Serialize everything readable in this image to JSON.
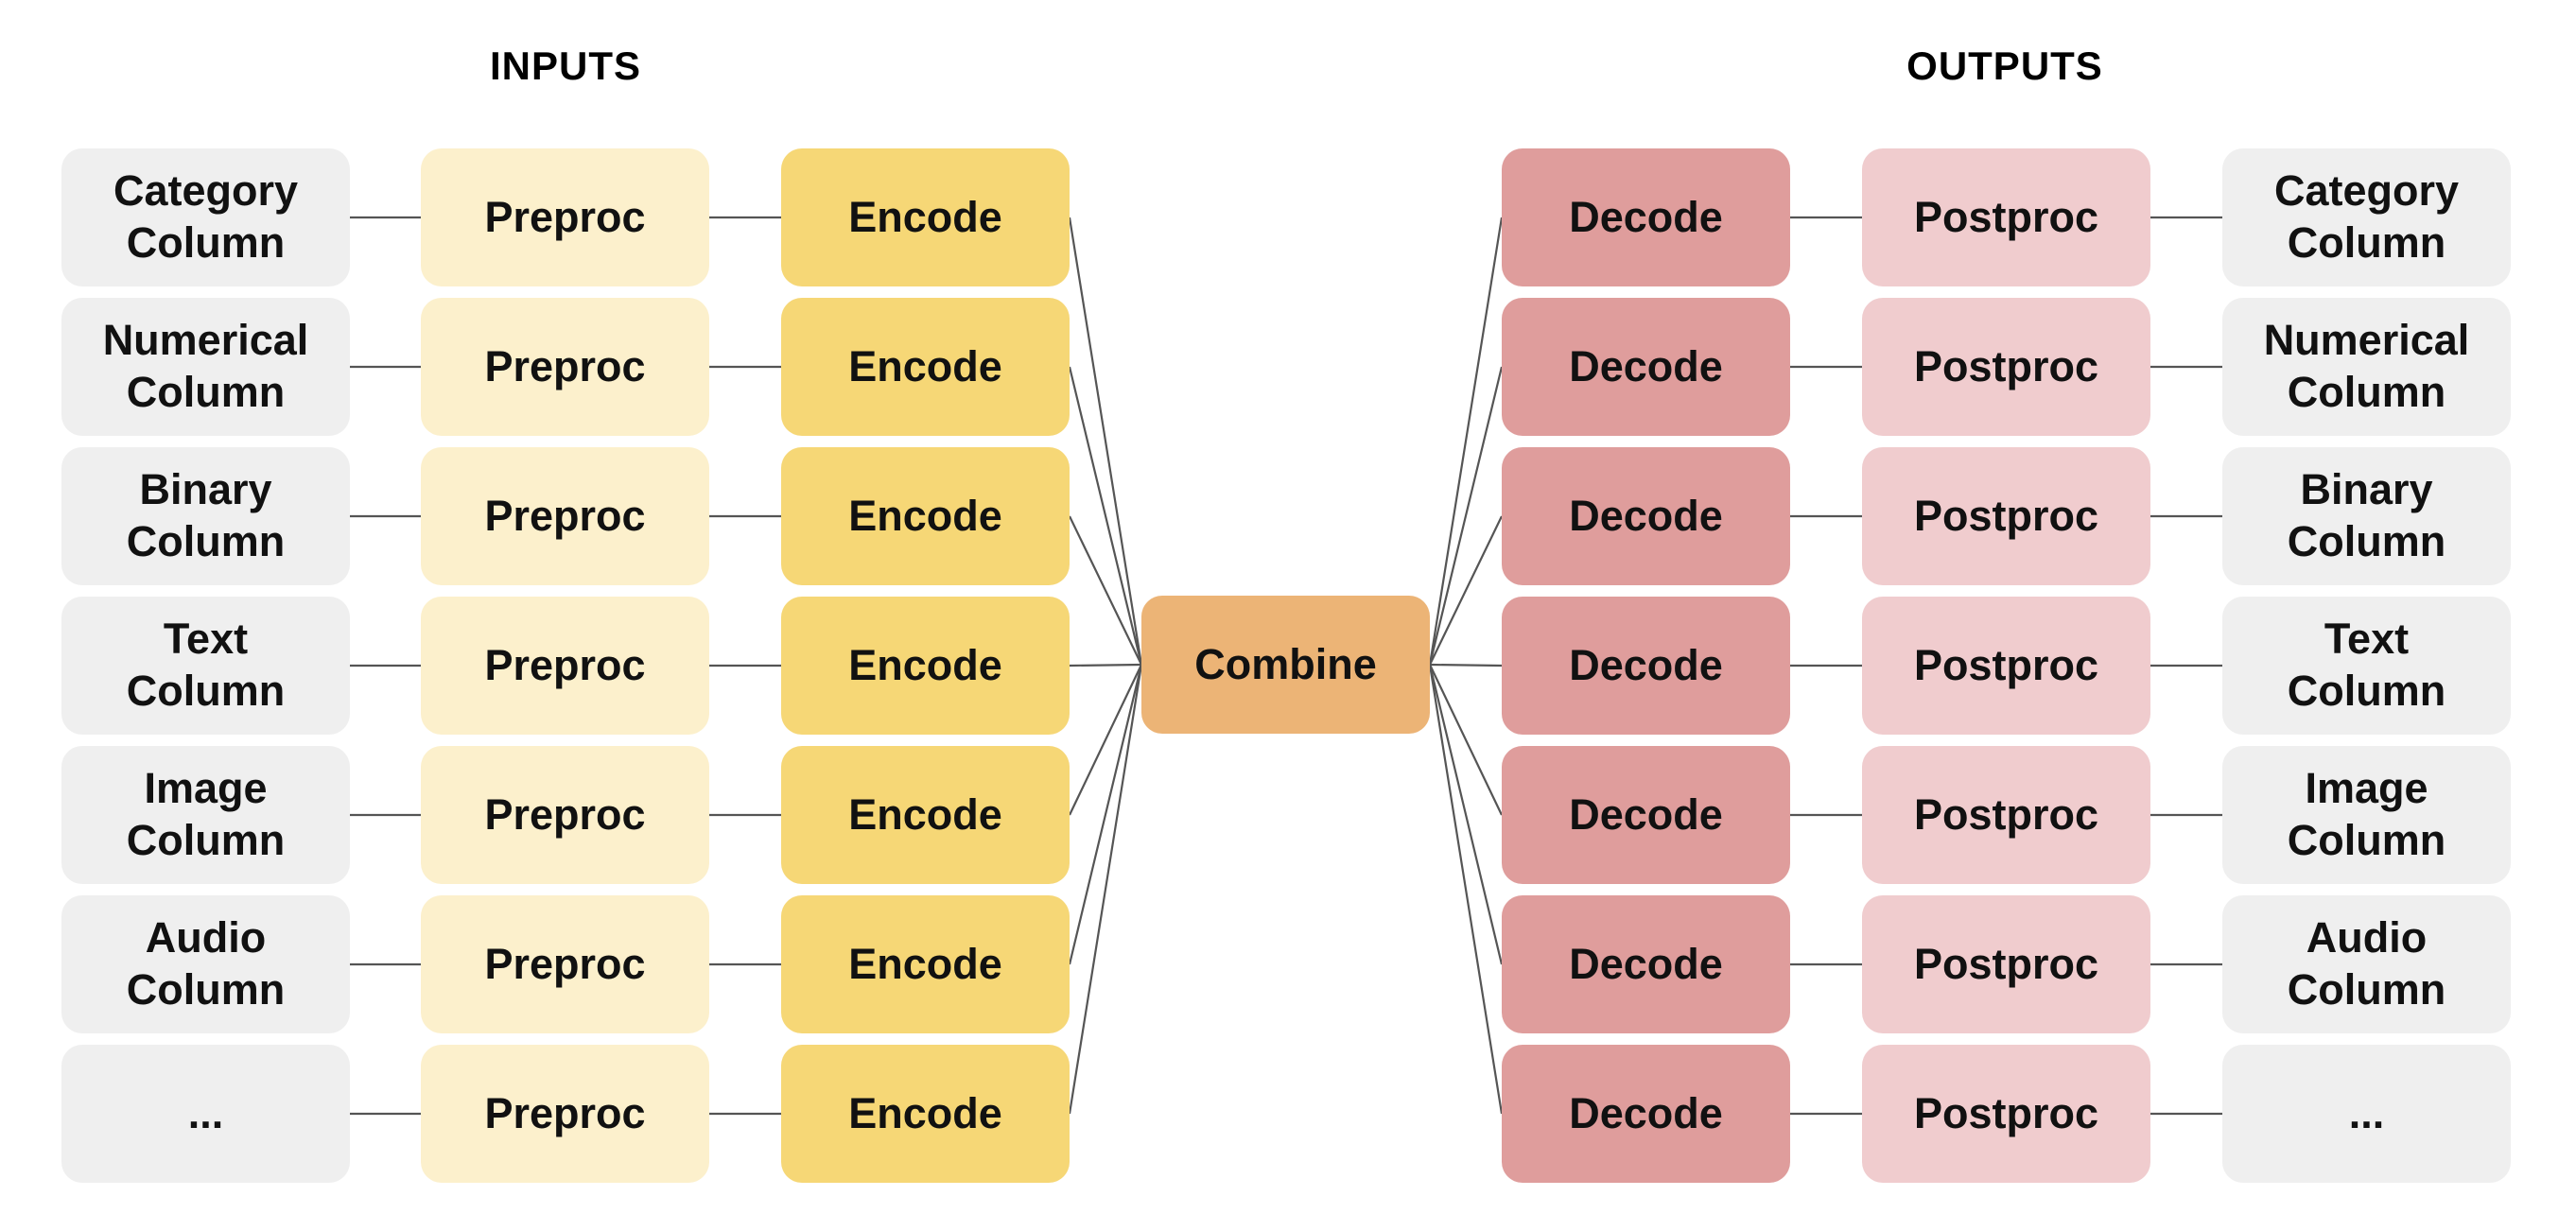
{
  "titles": {
    "inputs": "INPUTS",
    "outputs": "OUTPUTS"
  },
  "input_columns": [
    "Category\nColumn",
    "Numerical\nColumn",
    "Binary\nColumn",
    "Text\nColumn",
    "Image\nColumn",
    "Audio\nColumn",
    "..."
  ],
  "output_columns": [
    "Category\nColumn",
    "Numerical\nColumn",
    "Binary\nColumn",
    "Text\nColumn",
    "Image\nColumn",
    "Audio\nColumn",
    "..."
  ],
  "stage_labels": {
    "preproc": "Preproc",
    "encode": "Encode",
    "combine": "Combine",
    "decode": "Decode",
    "postproc": "Postproc"
  },
  "colors": {
    "column_box": "#efefef",
    "preproc": "#fcf0cc",
    "encode": "#f6d776",
    "combine": "#ecb476",
    "decode": "#df9d9c",
    "postproc": "#f0ccce",
    "connector": "#555555"
  }
}
